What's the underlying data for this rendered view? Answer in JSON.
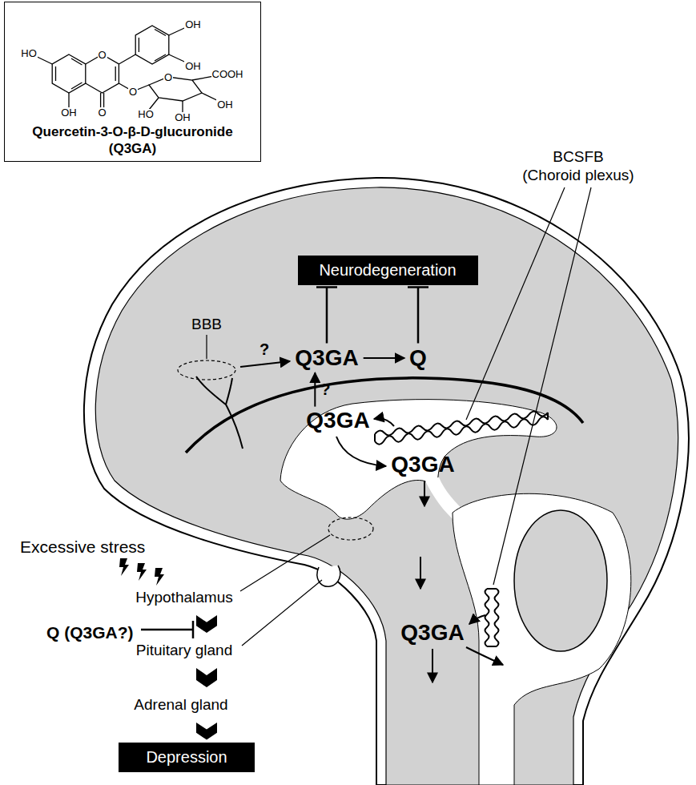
{
  "diagram": {
    "nodes": [
      {
        "text": [
          "Quercetin-3-O-β-D-glucuronide (Q3GA)"
        ]
      },
      {
        "text": [
          "Neurodegeneration"
        ]
      },
      {
        "text": [
          "Q3GA"
        ]
      },
      {
        "text": [
          "Q"
        ]
      },
      {
        "text": [
          "Q3GA"
        ]
      },
      {
        "text": [
          "Q3GA"
        ]
      },
      {
        "text": [
          "Q3GA"
        ]
      },
      {
        "text": [
          "Hypothalamus"
        ]
      },
      {
        "text": [
          "Pituitary gland"
        ]
      },
      {
        "text": [
          "Adrenal gland"
        ]
      },
      {
        "text": [
          "Depression"
        ]
      }
    ],
    "edges": [
      {
        "from": 2,
        "to": 3,
        "arrow": "to"
      },
      {
        "from": 2,
        "to": 1,
        "arrow": "to"
      },
      {
        "from": 3,
        "to": 1,
        "arrow": "to"
      },
      {
        "from": 4,
        "to": 2,
        "arrow": "to",
        "label": "?"
      },
      {
        "from": 7,
        "to": 8,
        "arrow": "to"
      },
      {
        "from": 8,
        "to": 9,
        "arrow": "to"
      },
      {
        "from": 9,
        "to": 10,
        "arrow": "to"
      }
    ],
    "labels": [
      "OH",
      "OH",
      "HO",
      "O",
      "O",
      "O",
      "OH",
      "O",
      "HO",
      "COOH",
      "OH",
      "OH",
      "BBB",
      "?",
      "BCSFB",
      "(Choroid plexus)",
      "Excessive stress",
      "Q (Q3GA?)"
    ]
  }
}
